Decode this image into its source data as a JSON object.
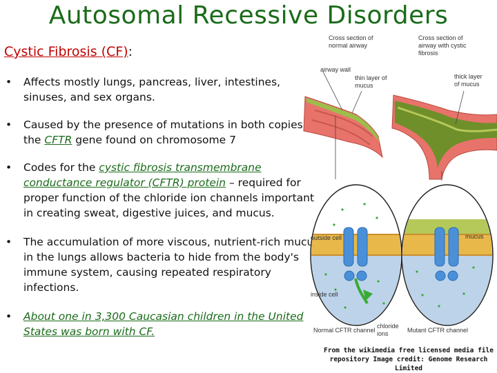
{
  "slide": {
    "title": "Autosomal Recessive Disorders",
    "subtitle": "Cystic Fibrosis (CF)",
    "subtitle_colon": ":",
    "bullet_glyph": "•"
  },
  "bullets": {
    "b1": {
      "text": "Affects mostly lungs, pancreas, liver, intestines, sinuses, and sex organs."
    },
    "b2": {
      "pre": "Caused by the presence of mutations in both copies of the ",
      "link": "CFTR",
      "post": " gene found on chromosome 7"
    },
    "b3": {
      "pre": "Codes for the ",
      "link": "cystic fibrosis transmembrane conductance regulator (CFTR) protein",
      "post": " – required for proper function of the chloride ion channels important in creating sweat, digestive juices, and mucus."
    },
    "b4": {
      "text": "The accumulation of more viscous, nutrient-rich mucus in the lungs allows bacteria to hide from the body's immune system, causing repeated respiratory infections."
    },
    "b5": {
      "text": "About one in 3,300 Caucasian children in the United States was born with CF."
    }
  },
  "figure": {
    "label_normal_airway": "Cross section of normal airway",
    "label_cf_airway": "Cross section of airway with cystic fibrosis",
    "label_airway_wall": "airway wall",
    "label_thin_mucus": "thin layer of mucus",
    "label_thick_mucus": "thick layer of mucus",
    "label_outside_cell": "outside cell",
    "label_inside_cell": "inside cell",
    "label_mucus": "mucus",
    "label_chloride": "chloride ions",
    "label_normal_channel": "Normal CFTR channel",
    "label_mutant_channel": "Mutant CFTR channel"
  },
  "credit": "From the wikimedia free licensed media file repository Image credit: Genome Research Limited",
  "colors": {
    "title": "#1a6b1a",
    "subtitle": "#c00000",
    "airway_wall": "#e8736b",
    "mucus_thin": "#9bbf4a",
    "mucus_thick": "#6f8f2a",
    "membrane": "#e8b84a",
    "channel": "#4a90d9",
    "inside_cell": "#bcd3ea"
  }
}
